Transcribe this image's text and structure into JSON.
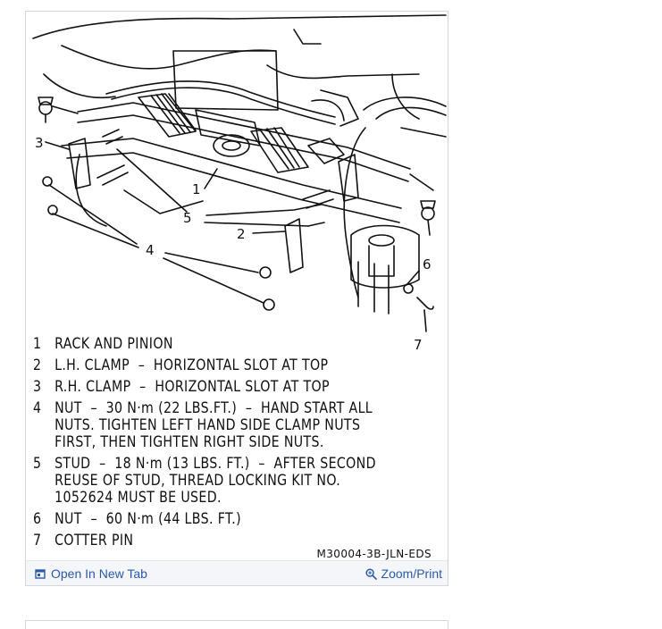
{
  "diagram": {
    "callouts": [
      "1",
      "2",
      "3",
      "4",
      "5",
      "6",
      "7"
    ],
    "reference_code": "M30004-3B-JLN-EDS"
  },
  "legend": [
    {
      "num": "1",
      "text": "RACK AND PINION"
    },
    {
      "num": "2",
      "text": "L.H. CLAMP  –  HORIZONTAL SLOT AT TOP"
    },
    {
      "num": "3",
      "text": "R.H. CLAMP  –  HORIZONTAL SLOT AT TOP"
    },
    {
      "num": "4",
      "text": "NUT  –  30 N·m (22 LBS.FT.)  –  HAND START ALL\nNUTS. TIGHTEN LEFT HAND SIDE CLAMP NUTS\nFIRST, THEN TIGHTEN RIGHT SIDE NUTS."
    },
    {
      "num": "5",
      "text": "STUD  –  18 N·m (13 LBS. FT.)  –  AFTER SECOND\nREUSE OF STUD, THREAD LOCKING KIT NO.\n1052624 MUST BE USED."
    },
    {
      "num": "6",
      "text": "NUT  –  60 N·m (44 LBS. FT.)"
    },
    {
      "num": "7",
      "text": "COTTER PIN"
    }
  ],
  "footer": {
    "open_tab_label": "Open In New Tab",
    "zoom_label": "Zoom/Print",
    "open_tab_icon": "open-new-tab-icon",
    "zoom_icon": "zoom-icon",
    "link_color": "#2a5aa8"
  }
}
